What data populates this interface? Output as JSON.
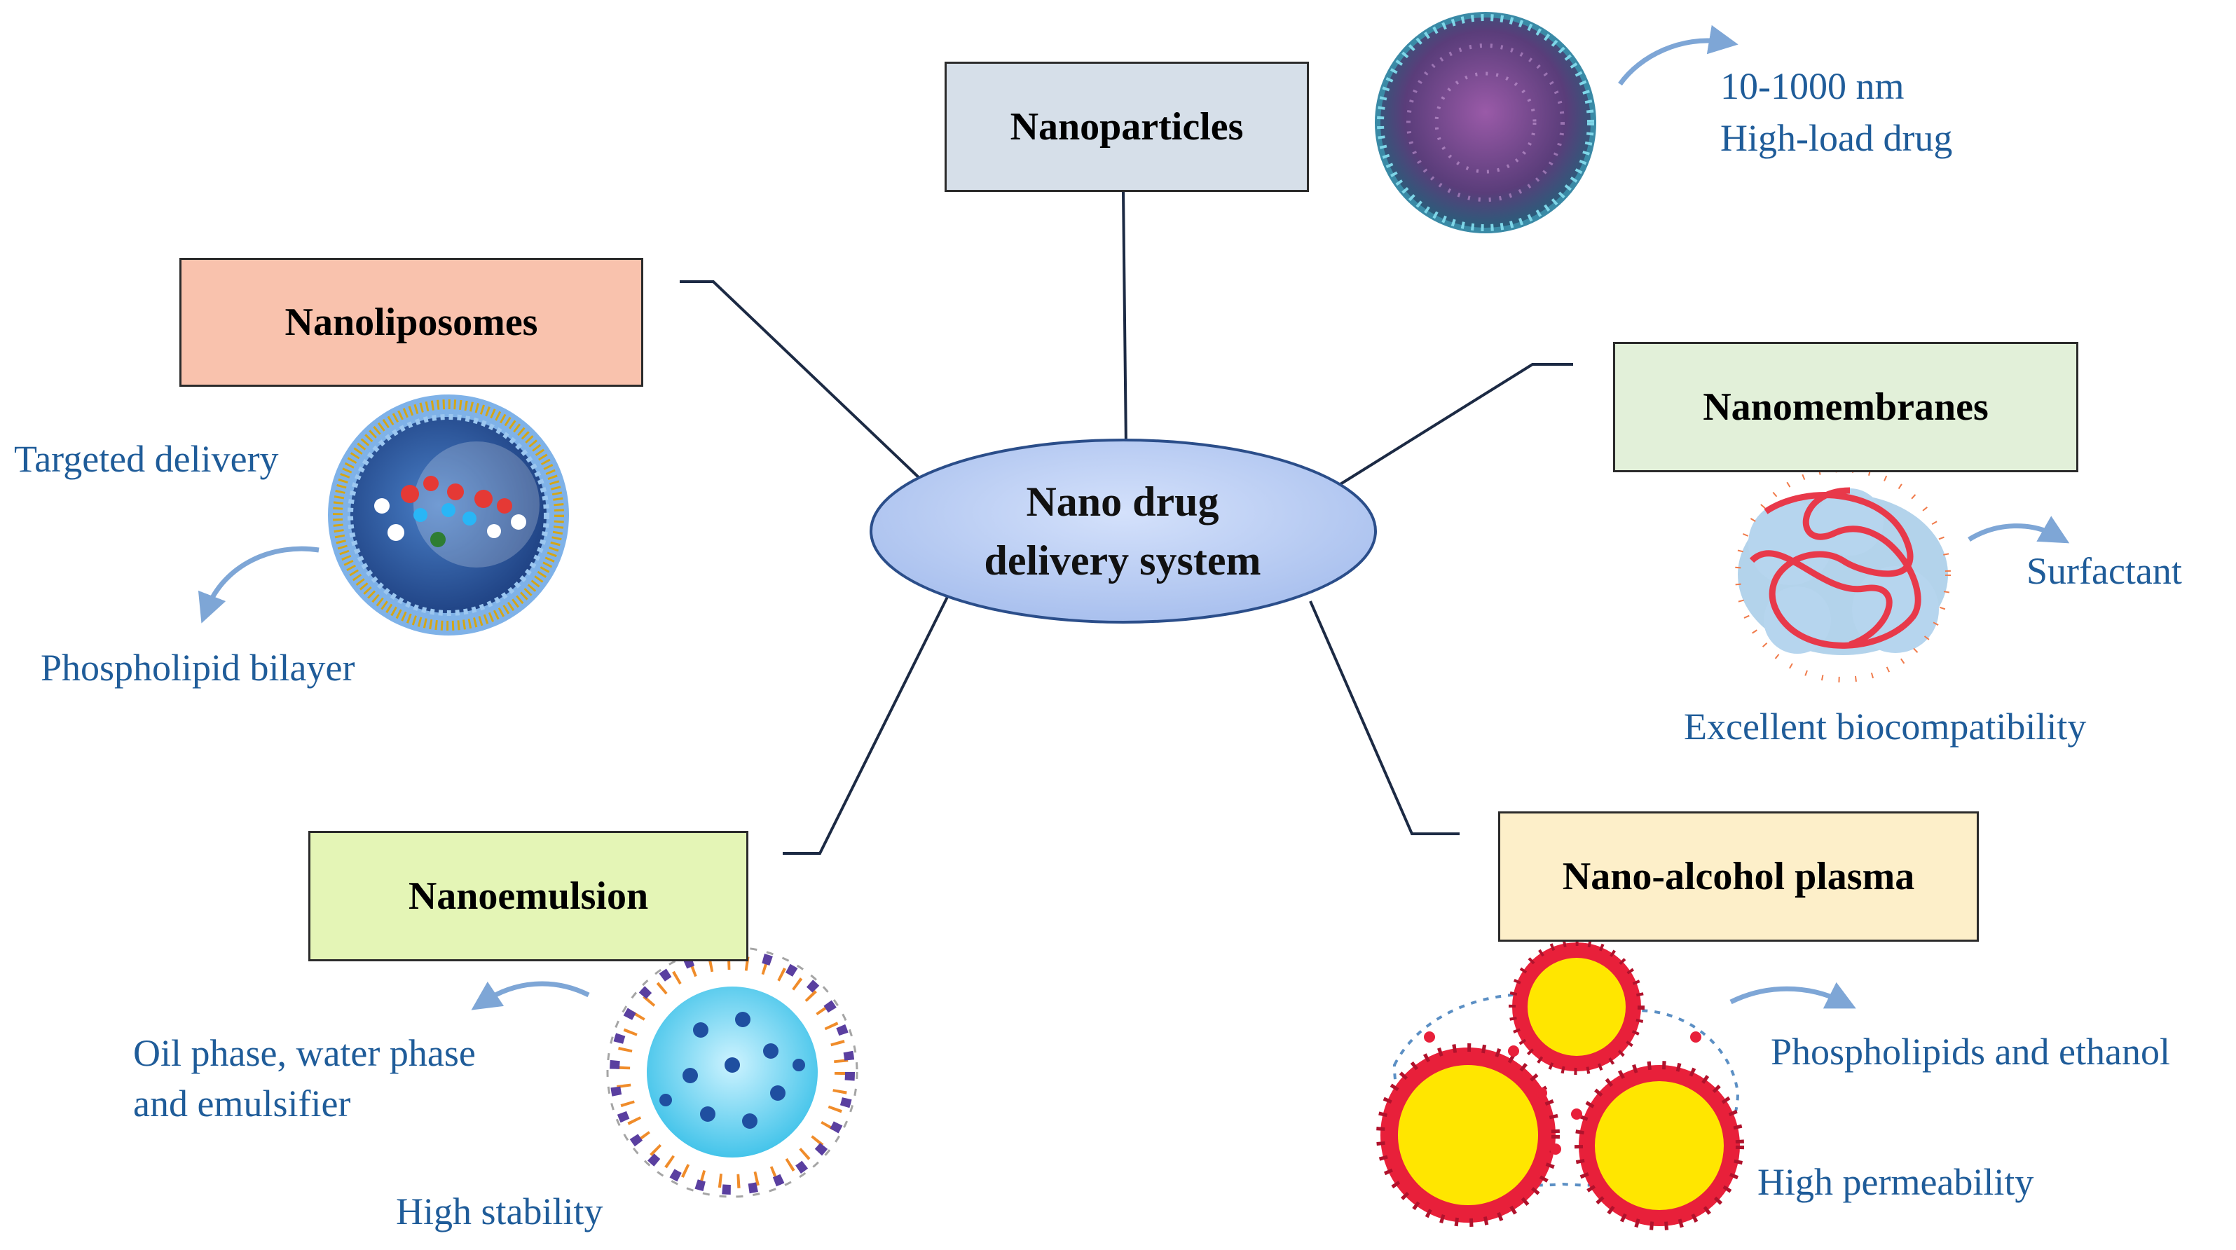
{
  "center": {
    "line1": "Nano drug",
    "line2": "delivery system"
  },
  "nodes": {
    "nanoparticles": {
      "title": "Nanoparticles",
      "label1": "10-1000 nm",
      "label2": "High-load drug",
      "fill": "#d6dfe9"
    },
    "nanoliposomes": {
      "title": "Nanoliposomes",
      "label1": "Targeted delivery",
      "label2": "Phospholipid bilayer",
      "fill": "#f9c2ad"
    },
    "nanomembranes": {
      "title": "Nanomembranes",
      "label1": "Surfactant",
      "label2": "Excellent biocompatibility",
      "fill": "#e2f0d9"
    },
    "nanoemulsion": {
      "title": "Nanoemulsion",
      "label1": "Oil phase, water phase",
      "label2": "and emulsifier",
      "label3": "High stability",
      "fill": "#e4f5b6"
    },
    "nano_alcohol_plasma": {
      "title": "Nano-alcohol plasma",
      "label1": "Phospholipids and ethanol",
      "label2": "High permeability",
      "fill": "#fdefc9"
    }
  },
  "colors": {
    "label_text": "#1f5c99",
    "connector": "#1c2a44",
    "arrow": "#7ea6d6",
    "ellipse_fill": "#a9c0ee"
  }
}
